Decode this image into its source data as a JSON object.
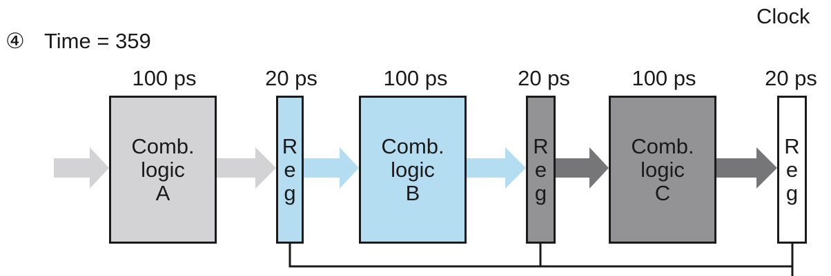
{
  "clock_label": "Clock",
  "step_marker": "④",
  "time_label": "Time = 359",
  "stages": [
    {
      "delay": "100 ps",
      "lines": [
        "Comb.",
        "logic",
        "A"
      ],
      "fill": "#d3d3d5"
    },
    {
      "delay": "20 ps",
      "lines": [
        "R",
        "e",
        "g"
      ],
      "fill": "#b5ddf1"
    },
    {
      "delay": "100 ps",
      "lines": [
        "Comb.",
        "logic",
        "B"
      ],
      "fill": "#b5ddf1"
    },
    {
      "delay": "20 ps",
      "lines": [
        "R",
        "e",
        "g"
      ],
      "fill": "#939395"
    },
    {
      "delay": "100 ps",
      "lines": [
        "Comb.",
        "logic",
        "C"
      ],
      "fill": "#939395"
    },
    {
      "delay": "20 ps",
      "lines": [
        "R",
        "e",
        "g"
      ],
      "fill": "#ffffff"
    }
  ],
  "arrow_colors": [
    "#d3d3d5",
    "#d3d3d5",
    "#b5ddf1",
    "#b5ddf1",
    "#767678",
    "#767678"
  ],
  "wire_color": "#1a1a1a"
}
